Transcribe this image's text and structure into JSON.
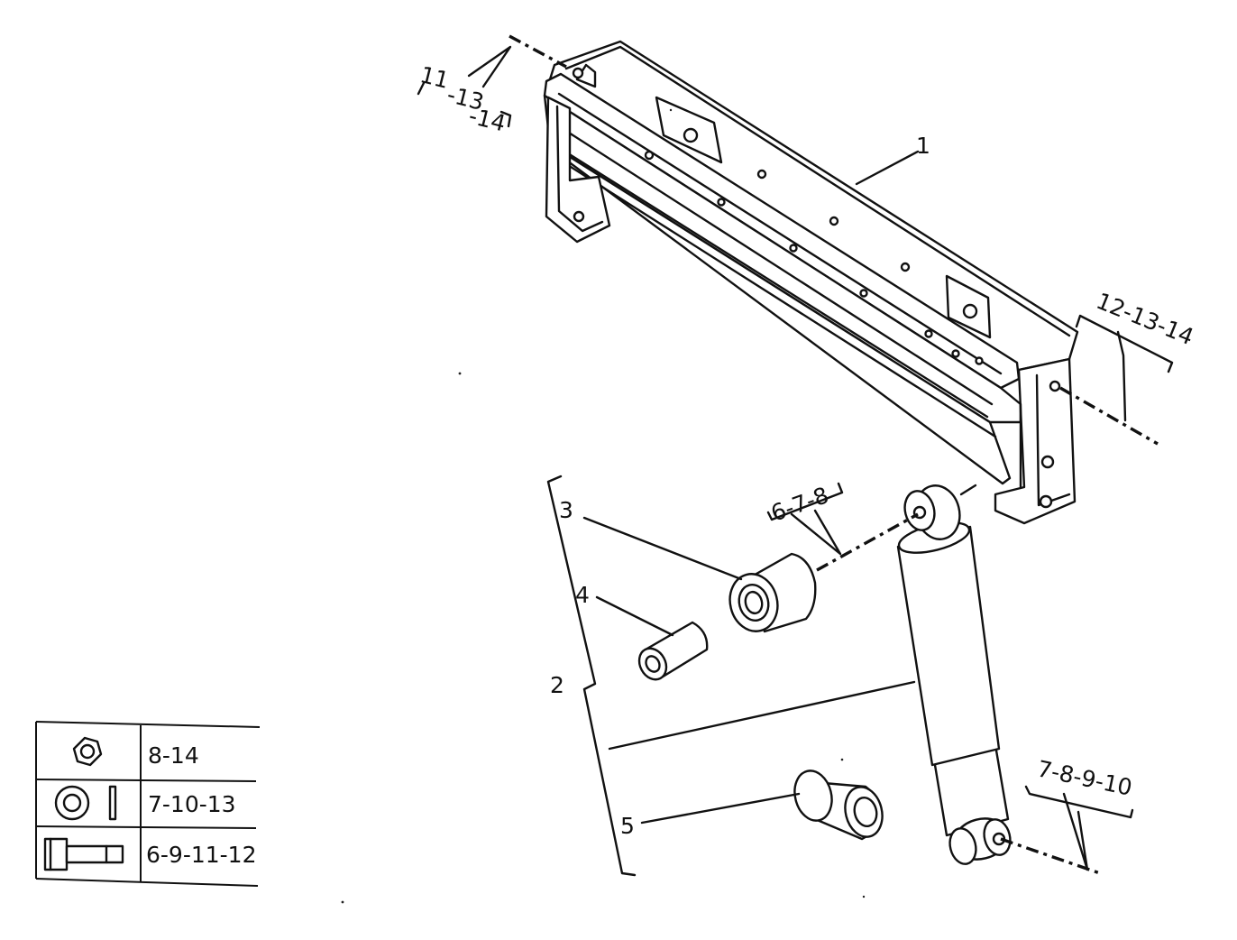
{
  "callouts": {
    "part_1": "1",
    "part_2": "2",
    "part_3": "3",
    "part_4": "4",
    "part_5": "5",
    "fasteners_top_left_line1": "11",
    "fasteners_top_left_line2": "13",
    "fasteners_top_left_line3": "14",
    "fasteners_right": "12-13-14",
    "fasteners_shock_top": "6-7-8",
    "fasteners_shock_bottom": "7-8-9-10"
  },
  "legend": {
    "rows": [
      {
        "icon": "hex-nut-icon",
        "refs": "8-14"
      },
      {
        "icon": "washer-icon",
        "refs": "7-10-13"
      },
      {
        "icon": "bolt-icon",
        "refs": "6-9-11-12"
      }
    ]
  },
  "colors": {
    "ink": "#111111",
    "paper": "#ffffff"
  }
}
